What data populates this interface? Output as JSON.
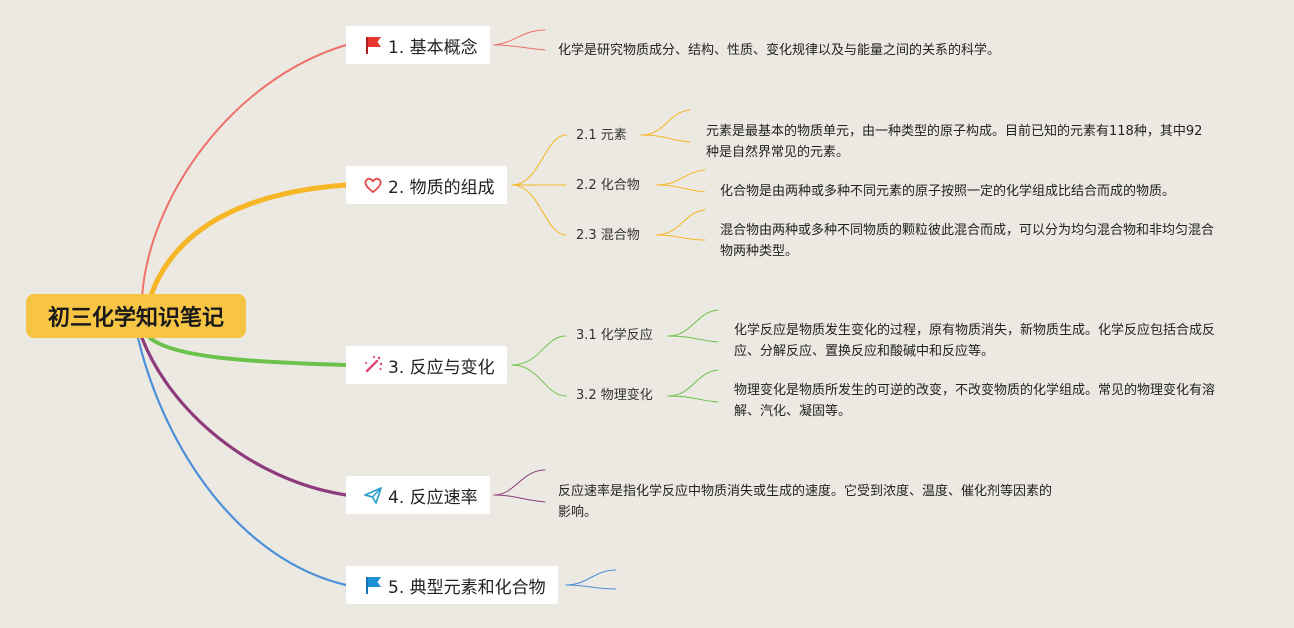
{
  "root": {
    "title": "初三化学知识笔记"
  },
  "branches": [
    {
      "label": "1. 基本概念",
      "color": "#f0706a",
      "icon": "flag-icon",
      "icon_color": "#e8362f",
      "subs": [],
      "leaf": "化学是研究物质成分、结构、性质、变化规律以及与能量之间的关系的科学。"
    },
    {
      "label": "2. 物质的组成",
      "color": "#f6b626",
      "icon": "heart-icon",
      "icon_color": "#e34a4a",
      "subs": [
        {
          "label": "2.1 元素",
          "leaf": "元素是最基本的物质单元，由一种类型的原子构成。目前已知的元素有118种，其中92种是自然界常见的元素。"
        },
        {
          "label": "2.2 化合物",
          "leaf": "化合物是由两种或多种不同元素的原子按照一定的化学组成比结合而成的物质。"
        },
        {
          "label": "2.3 混合物",
          "leaf": "混合物由两种或多种不同物质的颗粒彼此混合而成，可以分为均匀混合物和非均匀混合物两种类型。"
        }
      ]
    },
    {
      "label": "3. 反应与变化",
      "color": "#6cc24a",
      "icon": "magic-wand-icon",
      "icon_color": "#e0457b",
      "subs": [
        {
          "label": "3.1 化学反应",
          "leaf": "化学反应是物质发生变化的过程，原有物质消失，新物质生成。化学反应包括合成反应、分解反应、置换反应和酸碱中和反应等。"
        },
        {
          "label": "3.2 物理变化",
          "leaf": "物理变化是物质所发生的可逆的改变，不改变物质的化学组成。常见的物理变化有溶解、汽化、凝固等。"
        }
      ]
    },
    {
      "label": "4. 反应速率",
      "color": "#8e3b7e",
      "icon": "paper-plane-icon",
      "icon_color": "#2a9fd0",
      "subs": [],
      "leaf": "反应速率是指化学反应中物质消失或生成的速度。它受到浓度、温度、催化剂等因素的影响。"
    },
    {
      "label": "5. 典型元素和化合物",
      "color": "#4a8fd8",
      "icon": "flag-icon",
      "icon_color": "#1f8fd8",
      "subs": []
    }
  ]
}
